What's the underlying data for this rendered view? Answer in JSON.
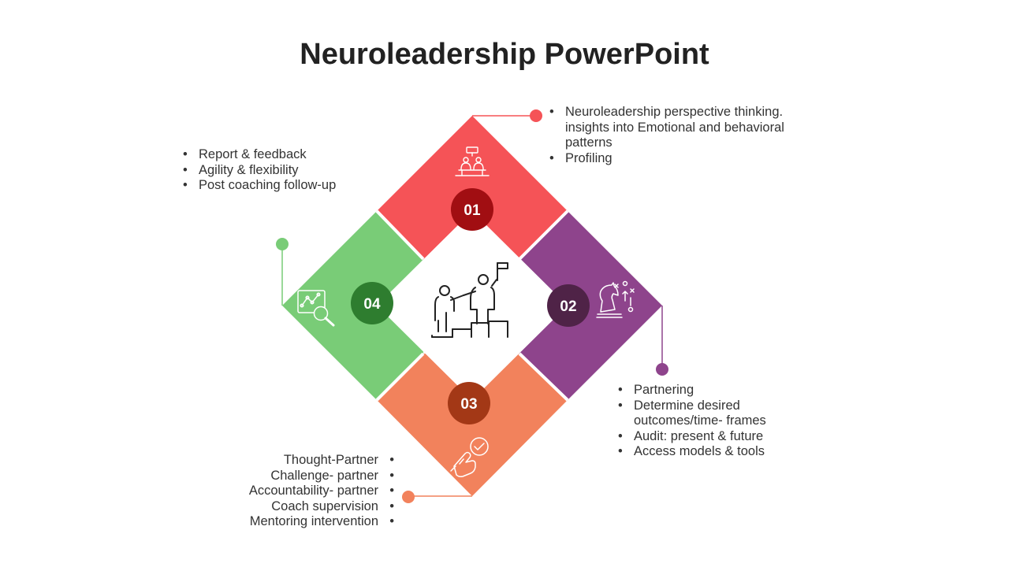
{
  "title": "Neuroleadership PowerPoint",
  "colors": {
    "red": "#F55357",
    "purple": "#8E448C",
    "orange": "#F2825C",
    "green": "#79CC77",
    "red_dark": "#A10E12",
    "purple_dark": "#4F2347",
    "orange_dark": "#A33816",
    "green_dark": "#2E7D2F"
  },
  "segments": [
    {
      "number": "01",
      "icon": "presentation-meeting-icon",
      "bullets": [
        "Neuroleadership perspective thinking. insights into Emotional and behavioral patterns",
        "Profiling"
      ]
    },
    {
      "number": "02",
      "icon": "chess-knight-strategy-icon",
      "bullets": [
        "Partnering",
        "Determine desired outcomes/time- frames",
        "Audit: present & future",
        "Access models & tools"
      ]
    },
    {
      "number": "03",
      "icon": "hand-tap-check-icon",
      "bullets": [
        "Thought-Partner",
        "Challenge- partner",
        "Accountability- partner",
        "Coach supervision",
        "Mentoring intervention"
      ]
    },
    {
      "number": "04",
      "icon": "chart-magnifier-icon",
      "bullets": [
        "Report & feedback",
        "Agility & flexibility",
        "Post coaching follow-up"
      ]
    }
  ],
  "center_icon": "people-climbing-steps-flag-icon"
}
